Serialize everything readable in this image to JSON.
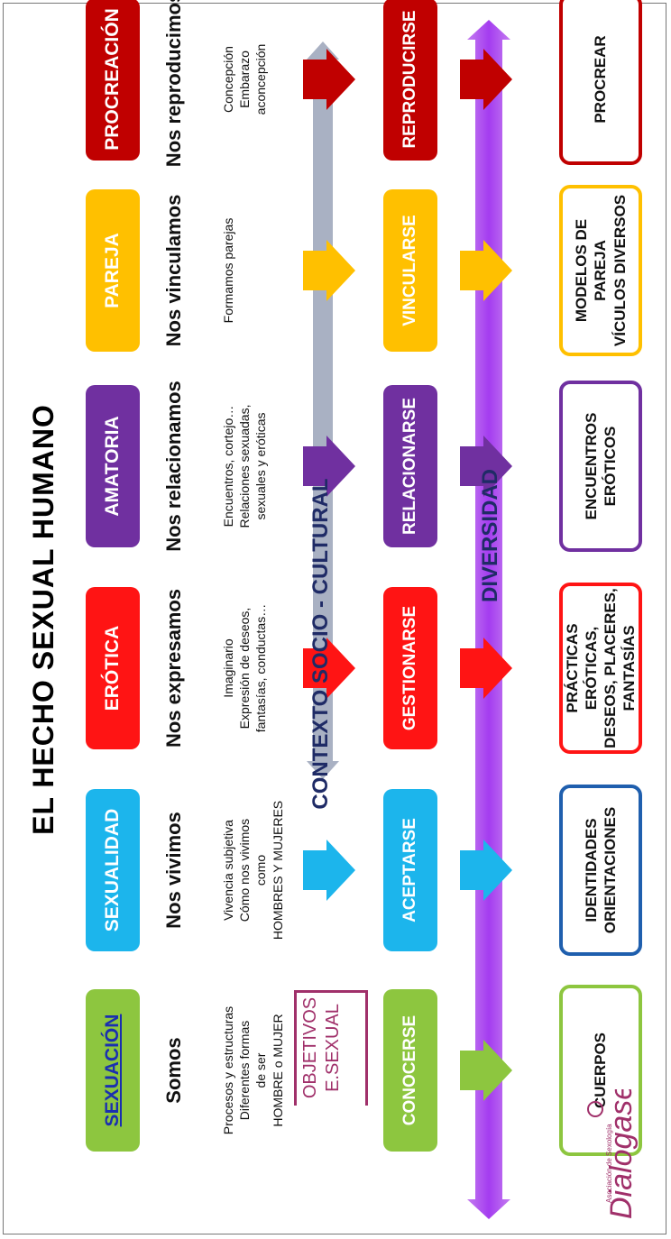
{
  "title": "EL HECHO SEXUAL HUMANO",
  "columns": [
    {
      "category": "SEXUACIÓN",
      "lead": "Somos",
      "desc": "Procesos y estructuras\nDiferentes formas\nde ser\nHOMBRE o MUJER",
      "verb": "CONOCERSE",
      "outcome": "CUERPOS",
      "color": "#8dc63f",
      "text_color": "#1a2fb0"
    },
    {
      "category": "SEXUALIDAD",
      "lead": "Nos vivimos",
      "desc": "Vivencia subjetiva\nCómo nos vivimos\ncomo\nHOMBRES Y MUJERES",
      "verb": "ACEPTARSE",
      "outcome": "IDENTIDADES\nORIENTACIONES",
      "color": "#1cb5ec",
      "border_color": "#1f5fae"
    },
    {
      "category": "ERÓTICA",
      "lead": "Nos  expresamos",
      "desc": "Imaginario\nExpresión de deseos,\nfantasías, conductas…",
      "verb": "GESTIONARSE",
      "outcome": "PRÁCTICAS ERÓTICAS,\nDESEOS, PLACERES,\nFANTASÍAS",
      "color": "#ff1414"
    },
    {
      "category": "AMATORIA",
      "lead": "Nos relacionamos",
      "desc": "Encuentros, cortejo…\nRelaciones sexuadas,\nsexuales y eróticas",
      "verb": "RELACIONARSE",
      "outcome": "ENCUENTROS\nERÓTICOS",
      "color": "#7030a0"
    },
    {
      "category": "PAREJA",
      "lead": "Nos vinculamos",
      "desc": "Formamos parejas",
      "verb": "VINCULARSE",
      "outcome": "MODELOS DE\nPAREJA\nVÍCULOS DIVERSOS",
      "color": "#ffc000"
    },
    {
      "category": "PROCREACIÓN",
      "lead": "Nos reproducimos",
      "desc": "Concepción\nEmbarazo\naconcepción",
      "verb": "REPRODUCIRSE",
      "outcome": "PROCREAR",
      "color": "#c00000"
    }
  ],
  "bands": {
    "context": "CONTEXTO SOCIO - CULTURAL",
    "diversity": "DIVERSIDAD",
    "objectives": "OBJETIVOS\nE.SEXUAL"
  },
  "logo": {
    "name": "Dialogasex",
    "tagline": "Asociación de Sexología"
  }
}
